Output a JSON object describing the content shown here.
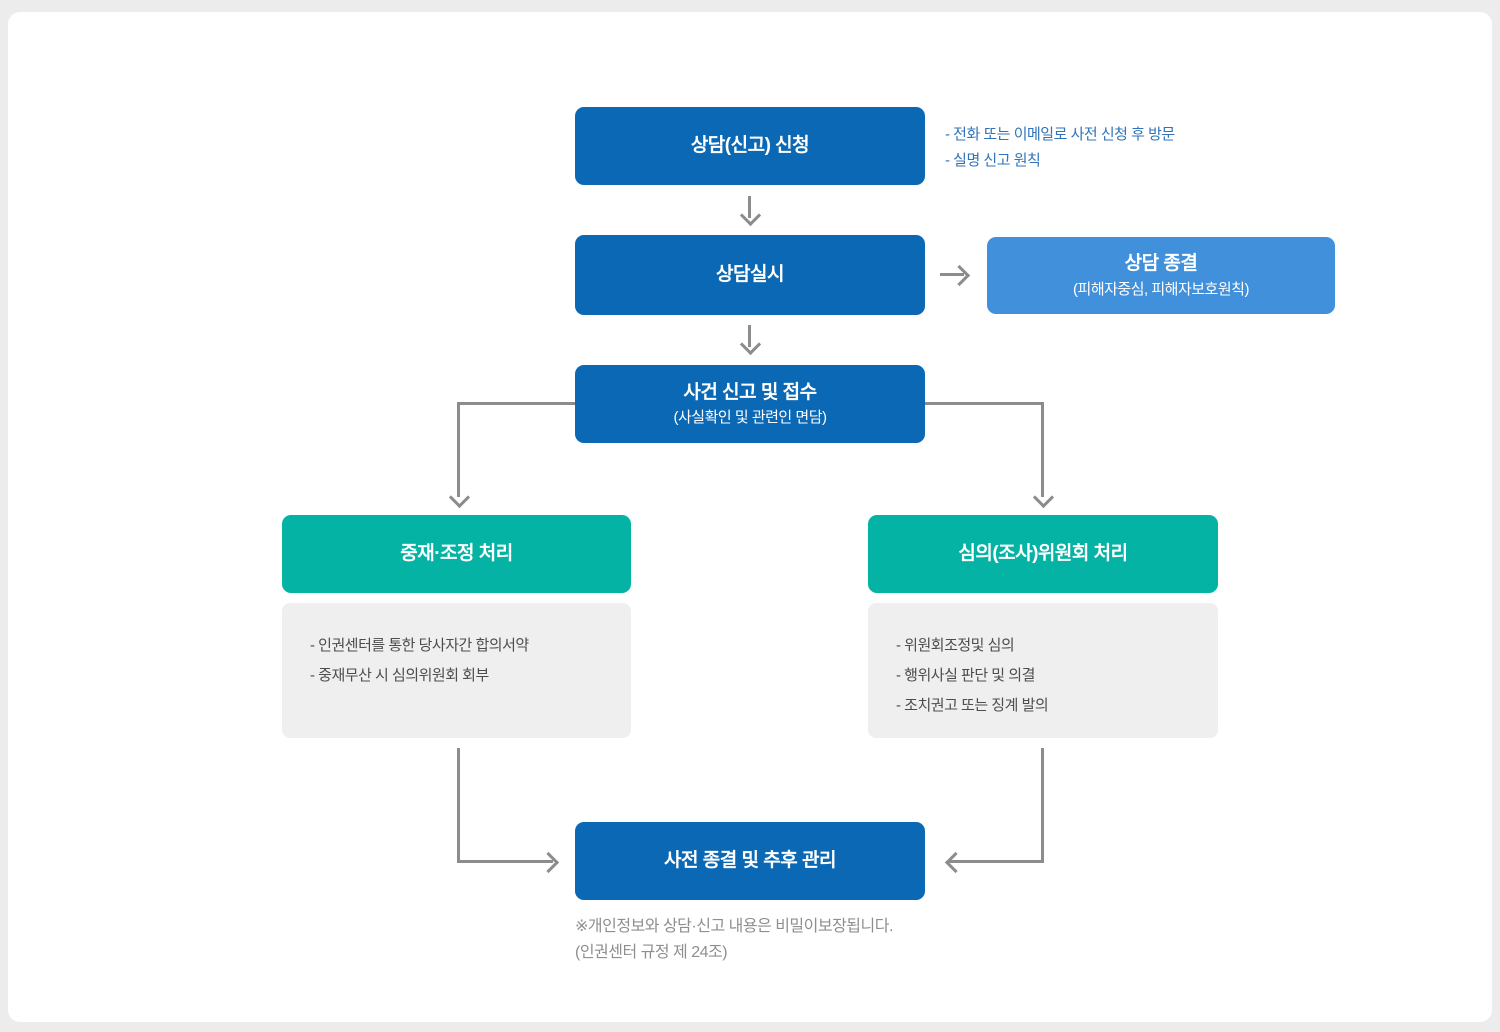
{
  "diagram": {
    "step1": {
      "title": "상담(신고) 신청"
    },
    "step1_notes": {
      "line1": "- 전화 또는 이메일로 사전 신청 후 방문",
      "line2": "- 실명 신고 원칙"
    },
    "step2": {
      "title": "상담실시"
    },
    "closure": {
      "title": "상담 종결",
      "subtitle": "(피해자중심, 피해자보호원칙)"
    },
    "step3": {
      "title": "사건 신고 및 접수",
      "subtitle": "(사실확인 및 관련인 면담)"
    },
    "mediation": {
      "title": "중재·조정 처리",
      "items": [
        "- 인권센터를 통한 당사자간 합의서약",
        "- 중재무산 시 심의위원회 회부"
      ]
    },
    "committee": {
      "title": "심의(조사)위원회 처리",
      "items": [
        "- 위원회조정및 심의",
        "- 행위사실 판단 및 의결",
        "- 조치권고 또는 징계 발의"
      ]
    },
    "final": {
      "title": "사전 종결 및 추후 관리"
    },
    "footnotes": {
      "line1": "※개인정보와 상담·신고 내용은 비밀이보장됩니다.",
      "line2": "(인권센터 규정 제 24조)"
    }
  },
  "colors": {
    "primary_blue": "#0a68b4",
    "light_blue": "#4190dc",
    "teal": "#05b3a4",
    "gray_box": "#efefef",
    "connector_gray": "#8c8c8c",
    "side_note_blue": "#2f74ba",
    "footnote_gray": "#8f8f8f"
  }
}
